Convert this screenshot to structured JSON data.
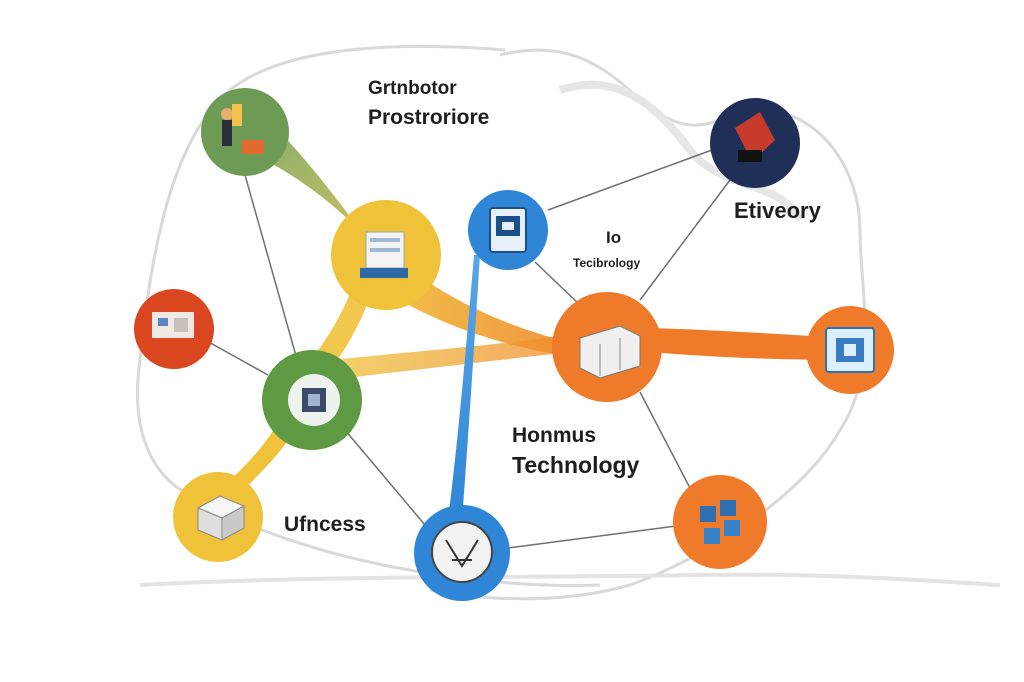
{
  "labels": {
    "top_line1": "Grtnbotor",
    "top_line2": "Prostroriore",
    "mid_line1": "Io",
    "mid_line2": "Tecibrology",
    "right": "Etiveory",
    "center_line1": "Honmus",
    "center_line2": "Technology",
    "bottom_left": "Ufncess"
  },
  "colors": {
    "green": "#6d9b55",
    "yellow": "#efc23a",
    "blue": "#2f86d6",
    "orange": "#ee7a2a",
    "red": "#d9461f",
    "navy": "#1f2f58",
    "edge": "#6e6e6e",
    "loop": "#d7d7d7"
  },
  "nodes": [
    {
      "id": "people-node",
      "color": "green",
      "icon": "workers-icon"
    },
    {
      "id": "factory-node",
      "color": "yellow",
      "icon": "factory-icon"
    },
    {
      "id": "tablet-node",
      "color": "blue",
      "icon": "tablet-icon"
    },
    {
      "id": "robot-node",
      "color": "navy",
      "icon": "robot-arm-icon"
    },
    {
      "id": "machines-node",
      "color": "red",
      "icon": "machines-icon"
    },
    {
      "id": "chip-node",
      "color": "green",
      "icon": "chip-icon"
    },
    {
      "id": "server-node",
      "color": "orange",
      "icon": "server-icon"
    },
    {
      "id": "screen-node",
      "color": "orange",
      "icon": "screen-icon"
    },
    {
      "id": "box-node",
      "color": "yellow",
      "icon": "box-icon"
    },
    {
      "id": "circuit-node",
      "color": "blue",
      "icon": "circuit-icon"
    },
    {
      "id": "cubes-node",
      "color": "orange",
      "icon": "cubes-icon"
    }
  ]
}
